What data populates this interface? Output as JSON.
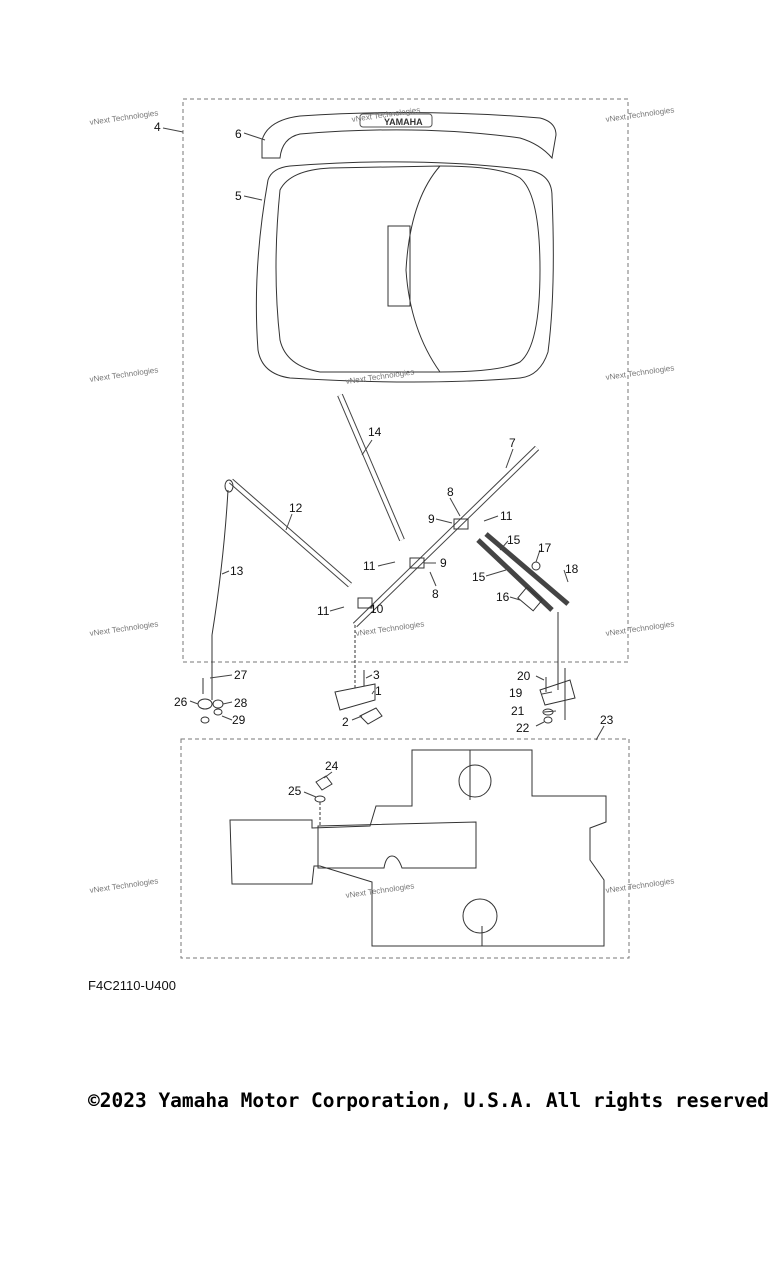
{
  "diagram": {
    "logo_text": "YAMAHA",
    "watermark_text": "vNext Technologies",
    "part_numbers": [
      "1",
      "2",
      "3",
      "4",
      "5",
      "6",
      "7",
      "8",
      "9",
      "10",
      "11",
      "12",
      "13",
      "14",
      "15",
      "16",
      "17",
      "18",
      "19",
      "20",
      "21",
      "22",
      "23",
      "24",
      "25",
      "26",
      "27",
      "28",
      "29"
    ],
    "diagram_code": "F4C2110-U400"
  },
  "footer": {
    "copyright": "©2023 Yamaha Motor Corporation, U.S.A. All rights reserved."
  }
}
